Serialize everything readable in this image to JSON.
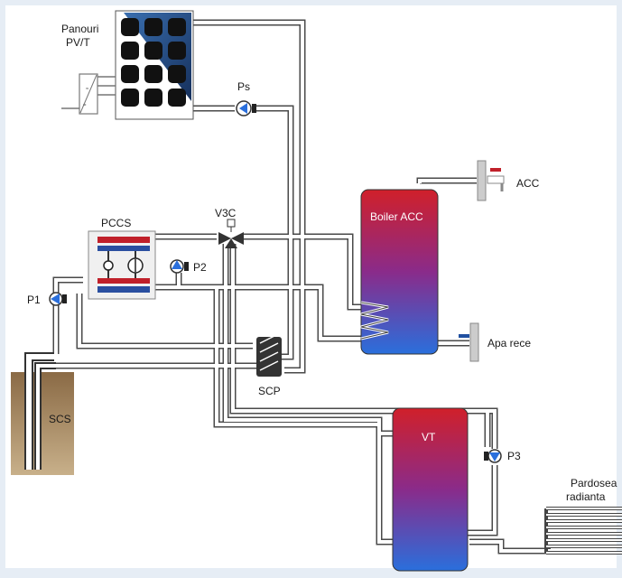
{
  "labels": {
    "panels": [
      "Panouri",
      "PV/T"
    ],
    "ps": "Ps",
    "pccs": "PCCS",
    "v3c": "V3C",
    "p1": "P1",
    "p2": "P2",
    "p3": "P3",
    "boiler": "Boiler ACC",
    "acc": "ACC",
    "cold_water": "Apa rece",
    "scs": "SCS",
    "scp": "SCP",
    "vt": "VT",
    "floor": [
      "Pardosea",
      "radianta"
    ]
  },
  "colors": {
    "background": "#e6edf5",
    "canvas": "#ffffff",
    "pipe": "#4a4a4a",
    "tank_hot": "#d0202a",
    "tank_cold": "#2a6fdc",
    "pv_panel": "#1e3f75",
    "pv_cell": "#111111",
    "ground": "#8a6a45",
    "valve_red": "#c0202a",
    "valve_blue": "#2050a0"
  },
  "icons": [
    "inverter-icon",
    "pump-icon",
    "three-way-valve-icon",
    "heat-exchanger-icon",
    "faucet-icon",
    "coil-icon"
  ]
}
